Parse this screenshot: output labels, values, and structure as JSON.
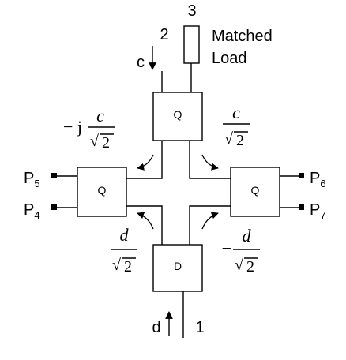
{
  "ports": {
    "p1": "1",
    "p2": "2",
    "p3": "3",
    "p4": "P",
    "p4_sub": "4",
    "p5": "P",
    "p5_sub": "5",
    "p6": "P",
    "p6_sub": "6",
    "p7": "P",
    "p7_sub": "7"
  },
  "signals": {
    "c": "c",
    "d": "d"
  },
  "load": {
    "line1": "Matched",
    "line2": "Load"
  },
  "blocks": {
    "top": "Q",
    "left": "Q",
    "right": "Q",
    "bottom": "D"
  },
  "coefficients": {
    "top_left": {
      "prefix": "− j",
      "numerator": "c",
      "denominator": "2"
    },
    "top_right": {
      "prefix": "",
      "numerator": "c",
      "denominator": "2"
    },
    "bottom_left": {
      "prefix": "",
      "numerator": "d",
      "denominator": "2"
    },
    "bottom_right": {
      "prefix": "−",
      "numerator": "d",
      "denominator": "2"
    }
  },
  "sqrt_symbol": "√"
}
